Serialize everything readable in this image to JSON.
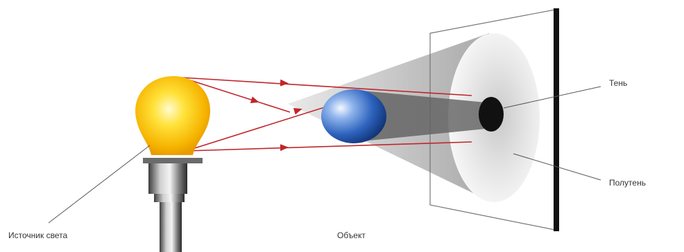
{
  "labels": {
    "light_source": "Источник света",
    "object": "Объект",
    "shadow": "Тень",
    "penumbra": "Полутень"
  },
  "colors": {
    "ray": "#c0262c",
    "bulb_glow": "#ffd21a",
    "bulb_core": "#fff7b0",
    "sphere": "#2a5fb8",
    "screen_edge": "#111111",
    "cone": "#8a8a8a",
    "shadow": "#111111",
    "penumbra": "#d9d9d9"
  },
  "icons": {
    "light_source": "light-bulb-icon",
    "object": "sphere-icon"
  }
}
